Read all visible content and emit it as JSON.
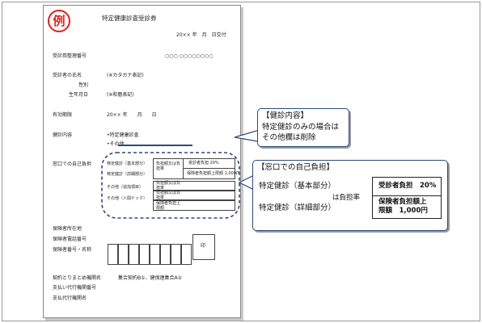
{
  "stamp_label": "例",
  "doc": {
    "title": "特定健康診査受診券",
    "issue_date": "20×× 年　月　日交付",
    "rows": {
      "ticket_number_label": "受診券整理番号",
      "ticket_number_value": "○○○ ○○○○○○○○",
      "name_label": "受診者の氏名",
      "name_note": "(※カタカナ表記)",
      "sex_label": "性別",
      "birth_label": "生年月日",
      "birth_note": "(※和暦表記)",
      "validity_label": "有効期限",
      "validity_value": "20×× 年　　月　　日",
      "content_label": "健診内容",
      "content_value1": "•特定健康診査",
      "content_value2": "•その他",
      "copay_label": "窓口での自己負担"
    },
    "mini_table": {
      "rows": [
        {
          "label": "特定健診（基本部分）",
          "kind": "負担額又は負担率",
          "value": "受診者負担 20%"
        },
        {
          "label": "特定健診（詳細部分）",
          "kind": "",
          "value": "保険者負担額上限額 1,000円"
        },
        {
          "label": "その他（追加項目）",
          "kind": "負担額又は負担率",
          "value": ""
        },
        {
          "label": "その他（人間ドック）",
          "kind": "負担額又は負担率",
          "value": ""
        }
      ],
      "extra_kind": "保険者負担上限額"
    },
    "insurer": {
      "address_label": "保険者所在地",
      "phone_label": "保険者電話番号",
      "number_label": "保険者番号・名称",
      "seal_label": "印"
    },
    "bottom": {
      "contract_label": "契約とりまとめ機関名",
      "contract_value": "集合契約B①、健保連集合A①",
      "agent_number_label": "支払い代行機関番号",
      "agent_name_label": "支払代行機関名"
    }
  },
  "callout1": {
    "title": "【健診内容】",
    "line1": "特定健診のみの場合は",
    "line2": "その他欄は削除"
  },
  "callout2": {
    "title": "【窓口での自己負担】",
    "row1_label": "特定健診（基本部分）",
    "row2_label": "特定健診（詳細部分）",
    "middle_label_line1": "負担額又",
    "middle_label_line2": "は負担率",
    "row1_value": "受診者負担　20%",
    "row2_value_line1": "保険者負担額上",
    "row2_value_line2": "限額　1,000円"
  },
  "colors": {
    "stamp": "#e02020",
    "callout_border": "#2d4a7a",
    "arrow": "#2f4f7f"
  }
}
